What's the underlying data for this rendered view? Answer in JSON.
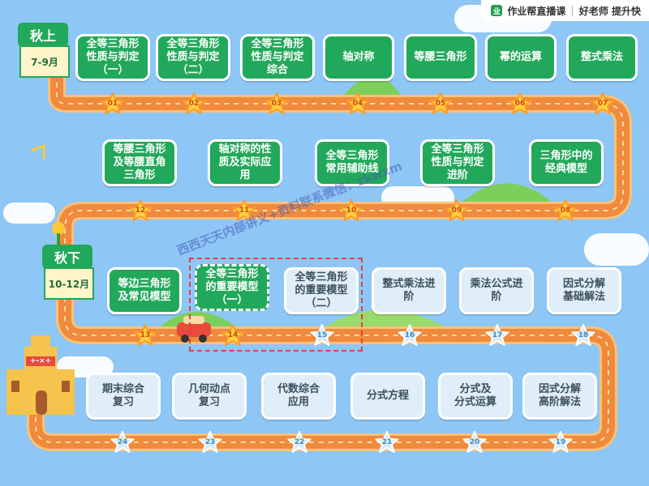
{
  "brand": {
    "logo_glyph": "业",
    "name": "作业帮直播课",
    "separator": "|",
    "slogan": "好老师 提升快"
  },
  "seasons": [
    {
      "label": "秋上",
      "range": "7-9月"
    },
    {
      "label": "秋下",
      "range": "10-12月"
    }
  ],
  "lessons": [
    {
      "num": "01",
      "title": "全等三角形\n性质与判定\n（一）",
      "style": "green"
    },
    {
      "num": "02",
      "title": "全等三角形\n性质与判定\n（二）",
      "style": "green"
    },
    {
      "num": "03",
      "title": "全等三角形\n性质与判定\n综合",
      "style": "green"
    },
    {
      "num": "04",
      "title": "轴对称",
      "style": "green"
    },
    {
      "num": "05",
      "title": "等腰三角形",
      "style": "green"
    },
    {
      "num": "06",
      "title": "幂的运算",
      "style": "green"
    },
    {
      "num": "07",
      "title": "整式乘法",
      "style": "green"
    },
    {
      "num": "08",
      "title": "三角形中的\n经典模型",
      "style": "green"
    },
    {
      "num": "09",
      "title": "全等三角形\n性质与判定\n进阶",
      "style": "green"
    },
    {
      "num": "10",
      "title": "全等三角形\n常用辅助线",
      "style": "green"
    },
    {
      "num": "11",
      "title": "轴对称的性\n质及实际应\n用",
      "style": "green"
    },
    {
      "num": "12",
      "title": "等腰三角形\n及等腰直角\n三角形",
      "style": "green"
    },
    {
      "num": "13",
      "title": "等边三角形\n及常见模型",
      "style": "green"
    },
    {
      "num": "14",
      "title": "全等三角形\n的重要模型\n（一）",
      "style": "dashed"
    },
    {
      "num": "15",
      "title": "全等三角形\n的重要模型\n（二）",
      "style": "pale"
    },
    {
      "num": "16",
      "title": "整式乘法进\n阶",
      "style": "pale"
    },
    {
      "num": "17",
      "title": "乘法公式进\n阶",
      "style": "pale"
    },
    {
      "num": "18",
      "title": "因式分解\n基础解法",
      "style": "pale"
    },
    {
      "num": "19",
      "title": "因式分解\n高阶解法",
      "style": "pale"
    },
    {
      "num": "20",
      "title": "分式及\n分式运算",
      "style": "pale"
    },
    {
      "num": "21",
      "title": "分式方程",
      "style": "pale"
    },
    {
      "num": "22",
      "title": "代数综合\n应用",
      "style": "pale"
    },
    {
      "num": "23",
      "title": "几何动点\n复习",
      "style": "pale"
    },
    {
      "num": "24",
      "title": "期末综合\n复习",
      "style": "pale"
    }
  ],
  "castle_sign": "+-×÷",
  "watermark": "西西天天内部讲义+资料联系微信：zkwxm",
  "colors": {
    "road": "#f08a3c",
    "road_edge": "#f9c27a",
    "active_card": "#22a85a",
    "pending_card": "#dfeef8",
    "star_active": "#ffd23c",
    "star_pending": "#d6ecfa",
    "highlight": "#e0403a"
  }
}
